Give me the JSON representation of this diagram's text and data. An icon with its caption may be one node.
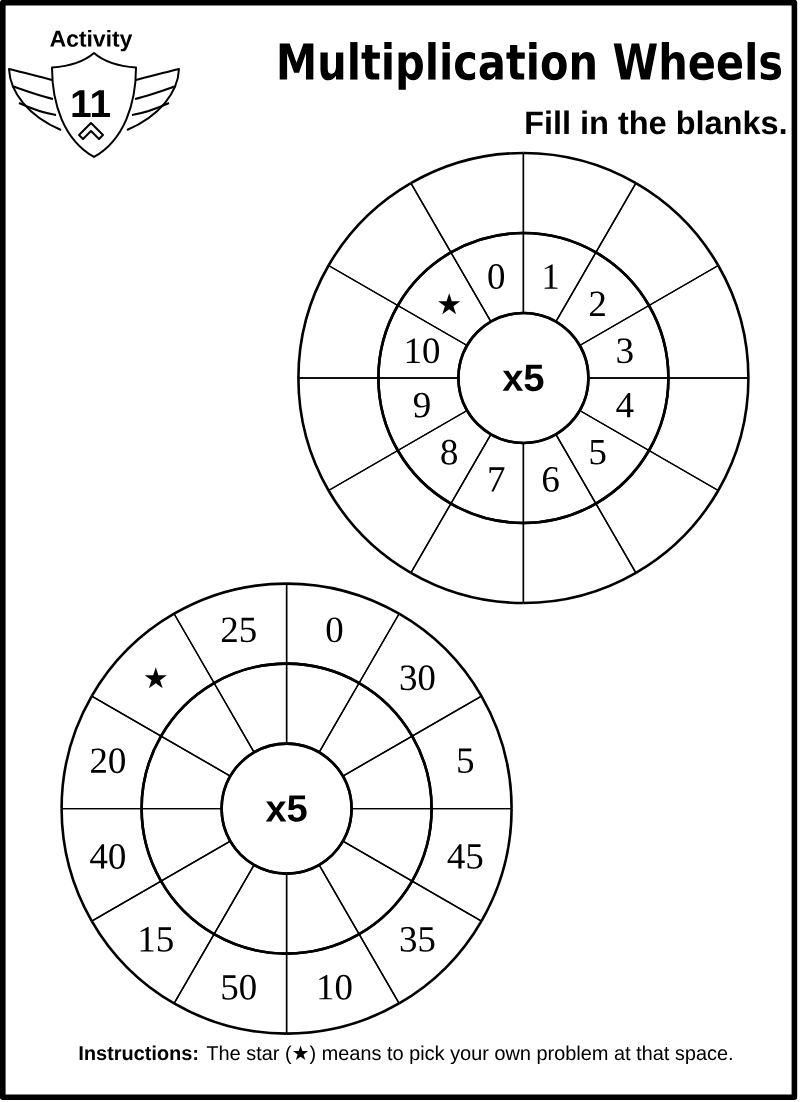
{
  "diagram": {
    "title": "Multiplication Wheels",
    "nodes": [
      {
        "text": [
          "Activity",
          "11"
        ]
      },
      {
        "text": [
          "x5"
        ]
      },
      {
        "text": [
          "0"
        ]
      },
      {
        "text": [
          "1"
        ]
      },
      {
        "text": [
          "2"
        ]
      },
      {
        "text": [
          "3"
        ]
      },
      {
        "text": [
          "4"
        ]
      },
      {
        "text": [
          "5"
        ]
      },
      {
        "text": [
          "6"
        ]
      },
      {
        "text": [
          "7"
        ]
      },
      {
        "text": [
          "8"
        ]
      },
      {
        "text": [
          "9"
        ]
      },
      {
        "text": [
          "10"
        ]
      },
      {
        "text": [
          "★"
        ]
      },
      {
        "text": [],
        "shape": "sector"
      },
      {
        "text": [],
        "shape": "sector"
      },
      {
        "text": [],
        "shape": "sector"
      },
      {
        "text": [],
        "shape": "sector"
      },
      {
        "text": [],
        "shape": "sector"
      },
      {
        "text": [],
        "shape": "sector"
      },
      {
        "text": [],
        "shape": "sector"
      },
      {
        "text": [],
        "shape": "sector"
      },
      {
        "text": [],
        "shape": "sector"
      },
      {
        "text": [],
        "shape": "sector"
      },
      {
        "text": [],
        "shape": "sector"
      },
      {
        "text": [],
        "shape": "sector"
      },
      {
        "text": [
          "x5"
        ]
      },
      {
        "text": [],
        "shape": "sector"
      },
      {
        "text": [],
        "shape": "sector"
      },
      {
        "text": [],
        "shape": "sector"
      },
      {
        "text": [],
        "shape": "sector"
      },
      {
        "text": [],
        "shape": "sector"
      },
      {
        "text": [],
        "shape": "sector"
      },
      {
        "text": [],
        "shape": "sector"
      },
      {
        "text": [],
        "shape": "sector"
      },
      {
        "text": [],
        "shape": "sector"
      },
      {
        "text": [],
        "shape": "sector"
      },
      {
        "text": [],
        "shape": "sector"
      },
      {
        "text": [],
        "shape": "sector"
      },
      {
        "text": [
          "25"
        ]
      },
      {
        "text": [
          "0"
        ]
      },
      {
        "text": [
          "30"
        ]
      },
      {
        "text": [
          "5"
        ]
      },
      {
        "text": [
          "45"
        ]
      },
      {
        "text": [
          "35"
        ]
      },
      {
        "text": [
          "10"
        ]
      },
      {
        "text": [
          "50"
        ]
      },
      {
        "text": [
          "15"
        ]
      },
      {
        "text": [
          "40"
        ]
      },
      {
        "text": [
          "20"
        ]
      },
      {
        "text": [
          "★"
        ]
      }
    ],
    "labels": [
      "Fill in the blanks.",
      "**Instructions:** The star (★) means to pick your own problem at that space."
    ]
  }
}
